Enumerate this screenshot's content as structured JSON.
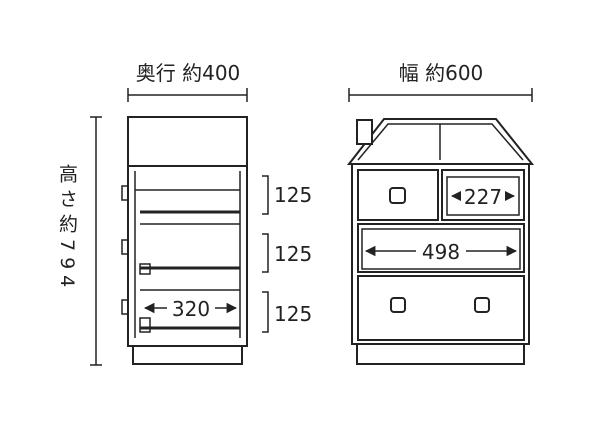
{
  "side_view": {
    "depth_label": "奥行 約400",
    "height_label": "高さ約794",
    "shelf_heights": [
      "125",
      "125",
      "125"
    ],
    "inner_width": "320"
  },
  "front_view": {
    "width_label": "幅 約600",
    "small_drawer_inner": "227",
    "wide_drawer_inner": "498"
  }
}
